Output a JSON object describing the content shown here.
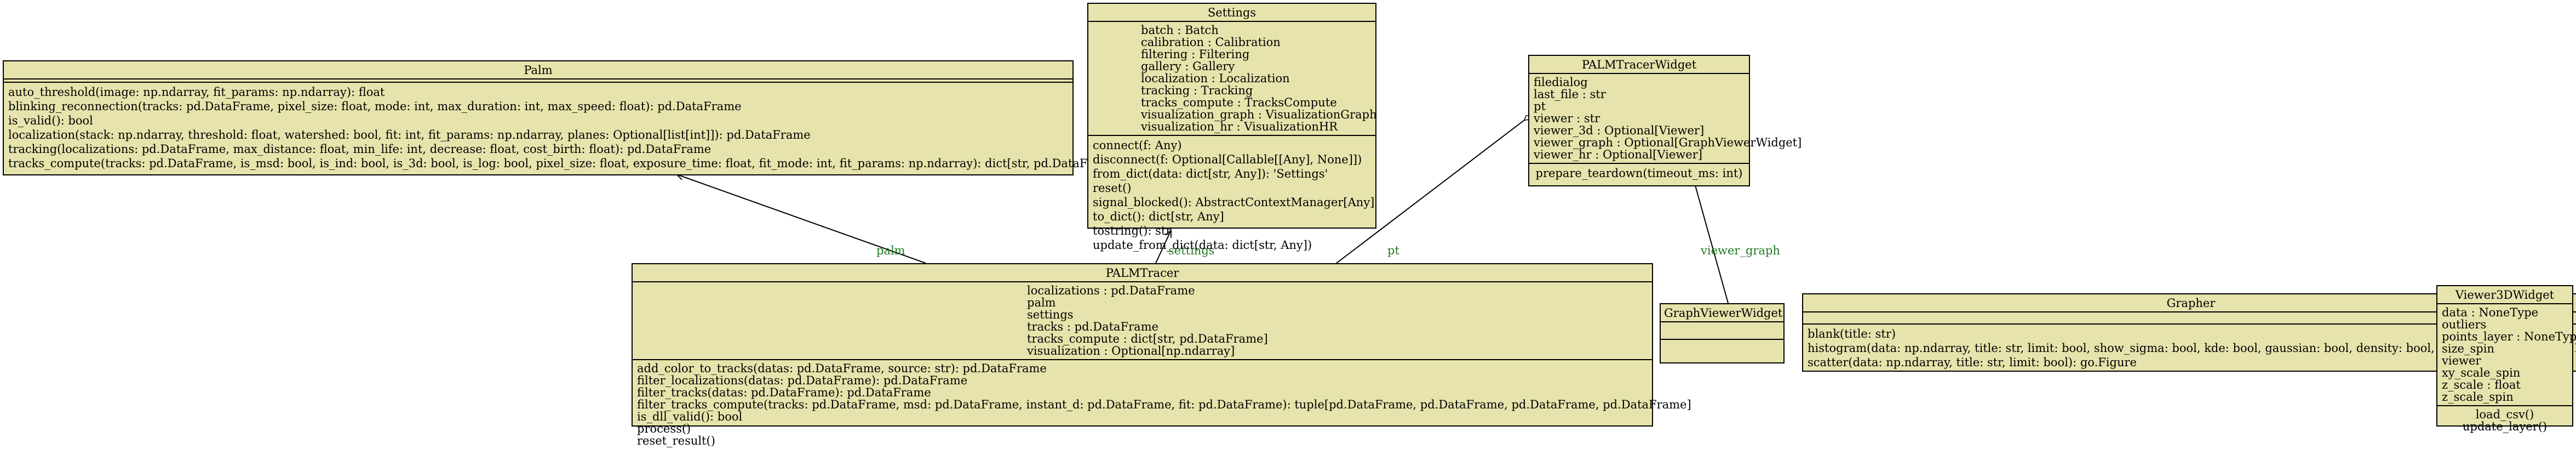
{
  "classes": {
    "palm": {
      "name": "Palm",
      "attributes": [],
      "methods": [
        "auto_threshold(image: np.ndarray, fit_params: np.ndarray): float",
        "blinking_reconnection(tracks: pd.DataFrame, pixel_size: float, mode: int, max_duration: int, max_speed: float): pd.DataFrame",
        "is_valid(): bool",
        "localization(stack: np.ndarray, threshold: float, watershed: bool, fit: int, fit_params: np.ndarray, planes: Optional[list[int]]): pd.DataFrame",
        "tracking(localizations: pd.DataFrame, max_distance: float, min_life: int, decrease: float, cost_birth: float): pd.DataFrame",
        "tracks_compute(tracks: pd.DataFrame, is_msd: bool, is_ind: bool, is_3d: bool, is_log: bool, pixel_size: float, exposure_time: float, fit_mode: int, fit_params: np.ndarray): dict[str, pd.DataFrame]"
      ]
    },
    "settings": {
      "name": "Settings",
      "attributes": [
        "batch : Batch",
        "calibration : Calibration",
        "filtering : Filtering",
        "gallery : Gallery",
        "localization : Localization",
        "tracking : Tracking",
        "tracks_compute : TracksCompute",
        "visualization_graph : VisualizationGraph",
        "visualization_hr : VisualizationHR"
      ],
      "methods": [
        "connect(f: Any)",
        "disconnect(f: Optional[Callable[[Any], None]])",
        "from_dict(data: dict[str, Any]): 'Settings'",
        "reset()",
        "signal_blocked(): AbstractContextManager[Any]",
        "to_dict(): dict[str, Any]",
        "tostring(): str",
        "update_from_dict(data: dict[str, Any])"
      ]
    },
    "palmtracerwidget": {
      "name": "PALMTracerWidget",
      "attributes": [
        "filedialog",
        "last_file : str",
        "pt",
        "viewer : str",
        "viewer_3d : Optional[Viewer]",
        "viewer_graph : Optional[GraphViewerWidget]",
        "viewer_hr : Optional[Viewer]"
      ],
      "methods": [
        "prepare_teardown(timeout_ms: int)"
      ]
    },
    "palmtracer": {
      "name": "PALMTracer",
      "attributes": [
        "localizations : pd.DataFrame",
        "palm",
        "settings",
        "tracks : pd.DataFrame",
        "tracks_compute : dict[str, pd.DataFrame]",
        "visualization : Optional[np.ndarray]"
      ],
      "methods": [
        "add_color_to_tracks(datas: pd.DataFrame, source: str): pd.DataFrame",
        "filter_localizations(datas: pd.DataFrame): pd.DataFrame",
        "filter_tracks(datas: pd.DataFrame): pd.DataFrame",
        "filter_tracks_compute(tracks: pd.DataFrame, msd: pd.DataFrame, instant_d: pd.DataFrame, fit: pd.DataFrame): tuple[pd.DataFrame, pd.DataFrame, pd.DataFrame, pd.DataFrame]",
        "is_dll_valid(): bool",
        "process()",
        "reset_result()"
      ]
    },
    "graphviewerwidget": {
      "name": "GraphViewerWidget",
      "attributes": [],
      "methods": []
    },
    "grapher": {
      "name": "Grapher",
      "attributes": [],
      "methods": [
        "blank(title: str)",
        "histogram(data: np.ndarray, title: str, limit: bool, show_sigma: bool, kde: bool, gaussian: bool, density: bool, bins: Optional[int]): go.Figure",
        "scatter(data: np.ndarray, title: str, limit: bool): go.Figure"
      ]
    },
    "viewer3dwidget": {
      "name": "Viewer3DWidget",
      "attributes": [
        "data : NoneType",
        "outliers",
        "points_layer : NoneType",
        "size_spin",
        "viewer",
        "xy_scale_spin",
        "z_scale : float",
        "z_scale_spin"
      ],
      "methods": [
        "load_csv()",
        "update_layer()"
      ]
    }
  },
  "edges": {
    "palm": "palm",
    "settings": "settings",
    "pt": "pt",
    "viewer_graph": "viewer_graph"
  },
  "colors": {
    "box_fill": "#e6e4ac",
    "edge_label": "#207a20"
  }
}
